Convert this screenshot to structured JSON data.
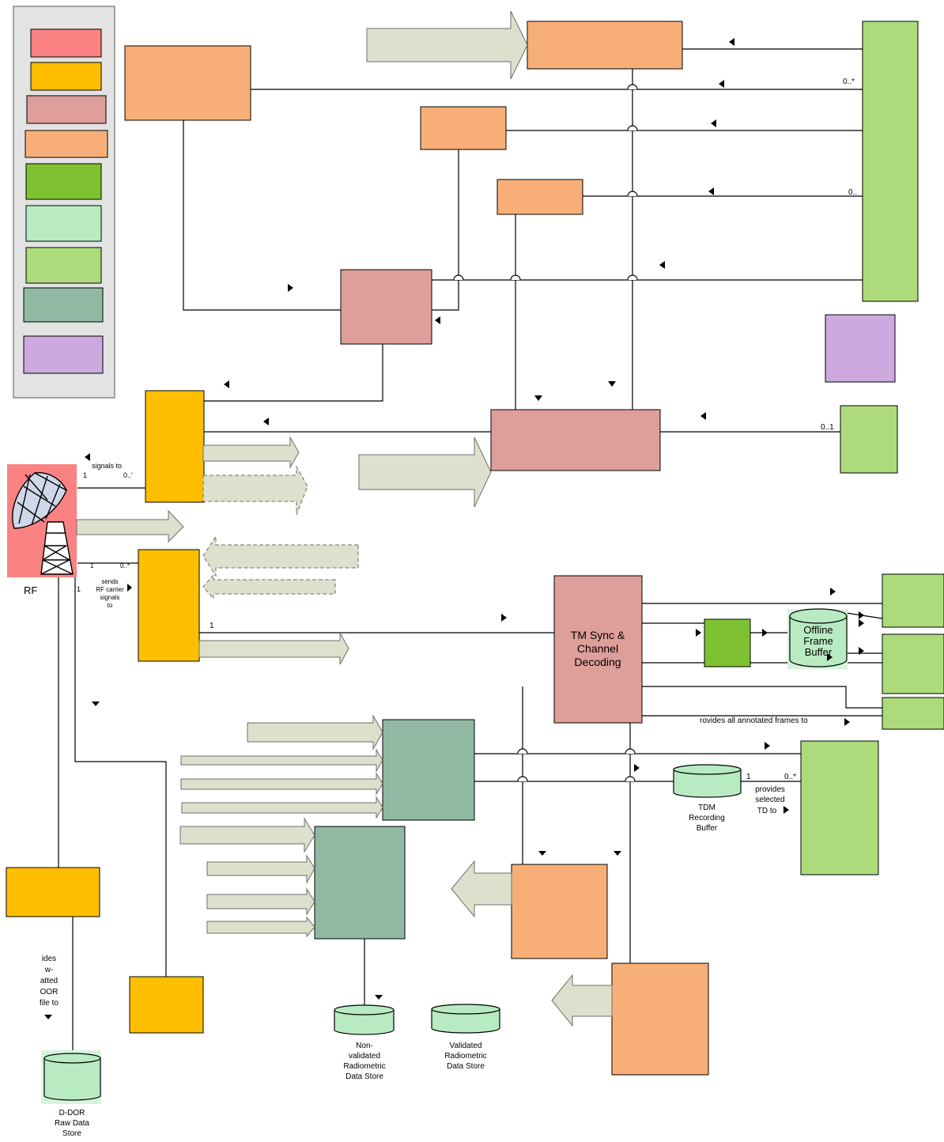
{
  "colors": {
    "red": "#fa8282",
    "yellow": "#ffbf00",
    "rose": "#de9e99",
    "peach": "#f8af77",
    "green_dark": "#7ec231",
    "green_pale": "#b9ebc3",
    "green_light": "#addb7b",
    "teal": "#8fb9a3",
    "lilac": "#cda9e0",
    "arrow_fill": "#dde0cc",
    "line": "#000000",
    "legend_bg": "#e3e3e3"
  },
  "labels": {
    "rf": "RF",
    "tm_sync_1": "TM Sync &",
    "tm_sync_2": "Channel",
    "tm_sync_3": "Decoding",
    "offline_1": "Offline",
    "offline_2": "Frame",
    "offline_3": "Buffer",
    "provides_annotated": "rovides all annotated frames to",
    "tdm_1": "TDM",
    "tdm_2": "Recording",
    "tdm_3": "Buffer",
    "provides_selected_1": "provides",
    "provides_selected_2": "selected",
    "provides_selected_3": "TD to",
    "ddor_1": "D-DOR",
    "ddor_2": "Raw Data",
    "ddor_3": "Store",
    "ddor_prov_1": "ides",
    "ddor_prov_2": "w-",
    "ddor_prov_3": "atted",
    "ddor_prov_4": "OOR",
    "ddor_prov_5": "file to",
    "nonval_1": "Non-",
    "nonval_2": "validated",
    "nonval_3": "Radiometric",
    "nonval_4": "Data Store",
    "val_1": "Validated",
    "val_2": "Radiometric",
    "val_3": "Data Store",
    "signals_to": "signals to",
    "sends_1": "sends",
    "sends_2": "RF carrier",
    "sends_3": "signals",
    "sends_4": "to"
  },
  "multiplicities": {
    "m_0star_top": "0..*",
    "m_0dots": "0..",
    "m_01": "0..1",
    "m_1_a": "1",
    "m_0x_a": "0..'",
    "m_1_b": "1",
    "m_0star_b": "0..*",
    "m_1_c": "1",
    "m_1_d": "1",
    "m_1_e": "1",
    "m_0star_e": "0..*"
  }
}
